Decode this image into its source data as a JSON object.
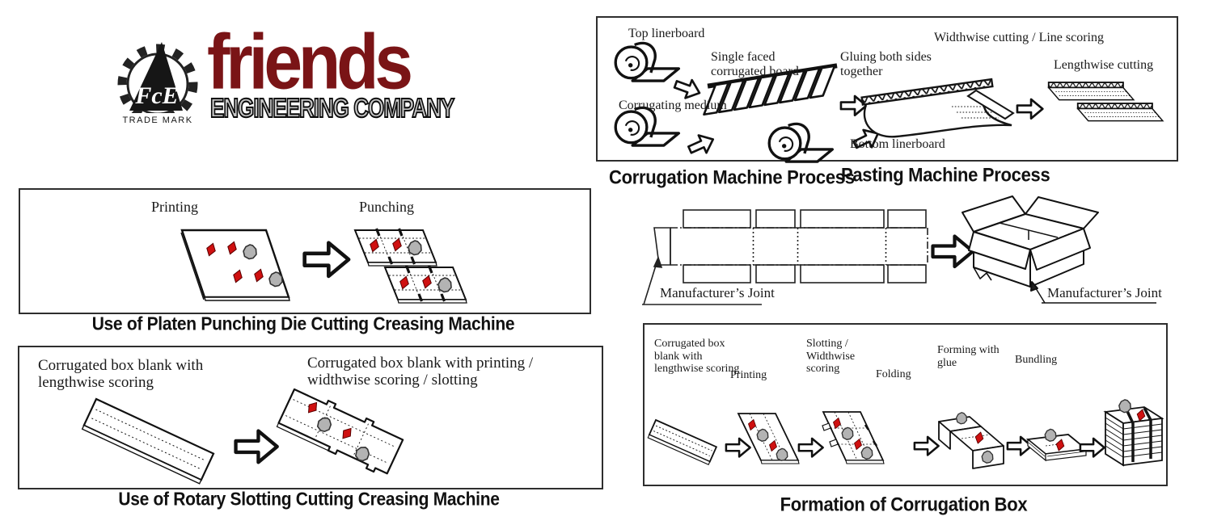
{
  "logo": {
    "monogram": "FcE",
    "trademark": "TRADE  MARK",
    "brand": "friends",
    "subtitle": "ENGINEERING COMPANY",
    "brand_color": "#7a1416",
    "subtitle_color": "#c6c6c6"
  },
  "corrugation_panel": {
    "caption": "Corrugation Machine Process",
    "labels": {
      "top_linerboard": "Top linerboard",
      "single_faced": "Single faced corrugated board",
      "corrugating_medium": "Corrugating medium",
      "gluing": "Gluing both sides together",
      "bottom_linerboard": "Bottom linerboard",
      "widthwise": "Widthwise cutting / Line scoring",
      "lengthwise": "Lengthwise cutting"
    }
  },
  "pasting_caption": "Pasting Machine Process",
  "platen_panel": {
    "printing": "Printing",
    "punching": "Punching",
    "caption": "Use of Platen Punching Die Cutting Creasing Machine"
  },
  "box_blank": {
    "joint_left": "Manufacturer’s Joint",
    "joint_right": "Manufacturer’s Joint"
  },
  "rotary_panel": {
    "blank_label": "Corrugated box blank with lengthwise scoring",
    "slotted_label": "Corrugated box blank with printing / widthwise scoring / slotting",
    "caption": "Use of Rotary Slotting Cutting Creasing Machine"
  },
  "formation_panel": {
    "steps": [
      "Corrugated box blank with lengthwise scoring",
      "Printing",
      "Slotting / Widthwise scoring",
      "Folding",
      "Forming with glue",
      "Bundling"
    ],
    "caption": "Formation of Corrugation Box"
  },
  "colors": {
    "print_red": "#cf1010",
    "die_gray": "#b3b3b3",
    "line": "#141414"
  }
}
